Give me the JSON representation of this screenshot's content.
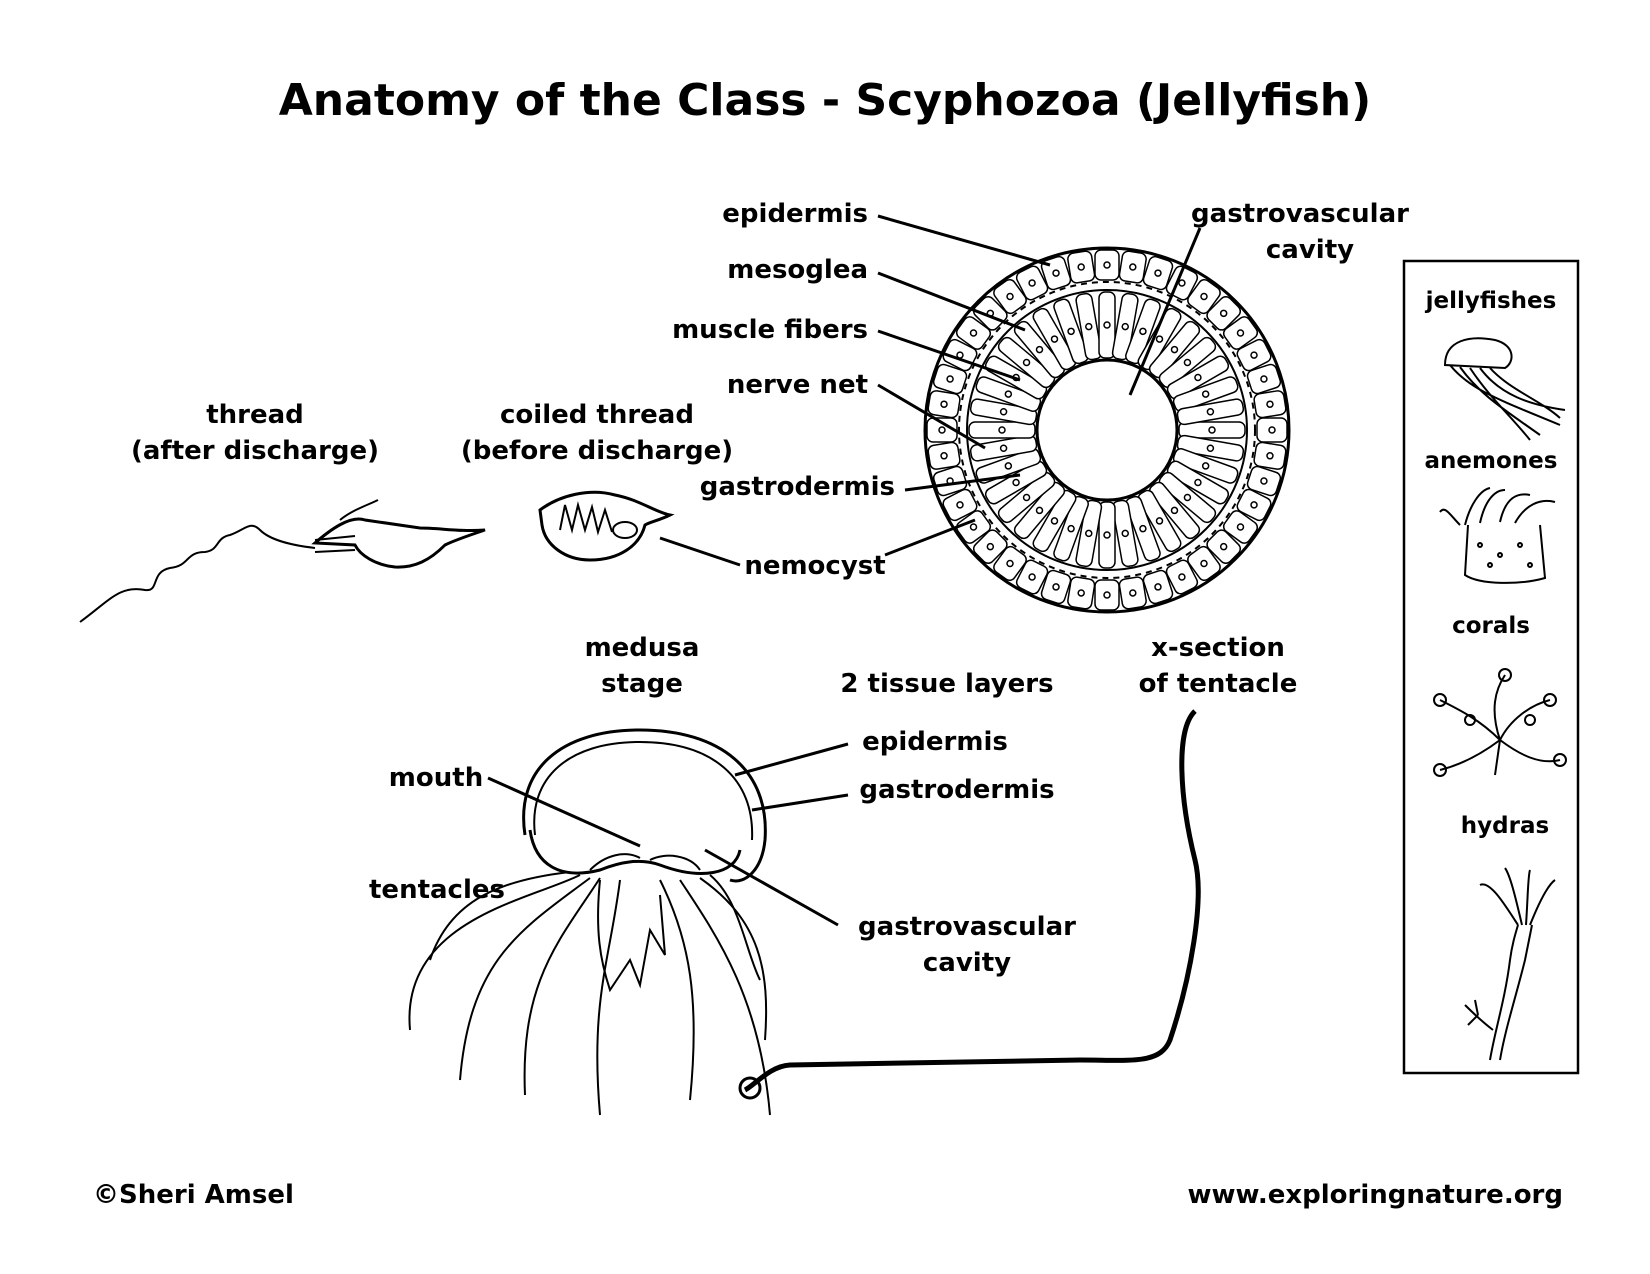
{
  "title": "Anatomy of the Class - Scyphozoa (Jellyfish)",
  "labels": {
    "epidermis_top": "epidermis",
    "mesoglea": "mesoglea",
    "muscle_fibers": "muscle fibers",
    "nerve_net": "nerve net",
    "gastrodermis_top": "gastrodermis",
    "nemocyst": "nemocyst",
    "gastrovascular_top_1": "gastrovascular",
    "gastrovascular_top_2": "cavity",
    "thread_1": "thread",
    "thread_2": "(after discharge)",
    "coiled_1": "coiled thread",
    "coiled_2": "(before discharge)",
    "medusa_1": "medusa",
    "medusa_2": "stage",
    "tissue_layers": "2 tissue layers",
    "xsection_1": "x-section",
    "xsection_2": "of tentacle",
    "epidermis_bottom": "epidermis",
    "gastrodermis_bottom": "gastrodermis",
    "mouth": "mouth",
    "tentacles": "tentacles",
    "gastrovascular_bottom_1": "gastrovascular",
    "gastrovascular_bottom_2": "cavity"
  },
  "sidebar": {
    "items": [
      {
        "label": "jellyfishes",
        "icon": "jellyfish-icon"
      },
      {
        "label": "anemones",
        "icon": "anemone-icon"
      },
      {
        "label": "corals",
        "icon": "coral-icon"
      },
      {
        "label": "hydras",
        "icon": "hydra-icon"
      }
    ]
  },
  "footer": {
    "copyright": "©Sheri Amsel",
    "website": "www.exploringnature.org"
  }
}
